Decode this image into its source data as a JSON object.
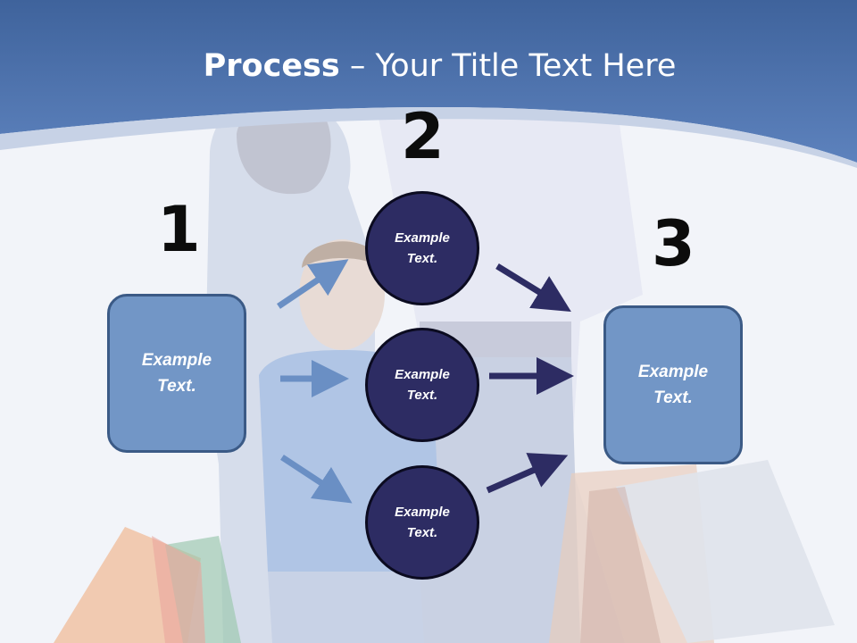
{
  "title": {
    "bold": "Process",
    "rest": " – Your Title Text Here"
  },
  "steps": [
    {
      "number": "1",
      "text": "Example\nText."
    },
    {
      "number": "2",
      "circles": [
        "Example\nText.",
        "Example\nText.",
        "Example\nText."
      ]
    },
    {
      "number": "3",
      "text": "Example\nText."
    }
  ],
  "colors": {
    "header_blue": "#4a6fa8",
    "box_fill": "#7296c6",
    "box_border": "#3b5a86",
    "circle_fill": "#2d2c63",
    "arrow_light": "#6a8fc4",
    "arrow_dark": "#2d2c63"
  },
  "icons": [
    "arrow-right-icon"
  ]
}
